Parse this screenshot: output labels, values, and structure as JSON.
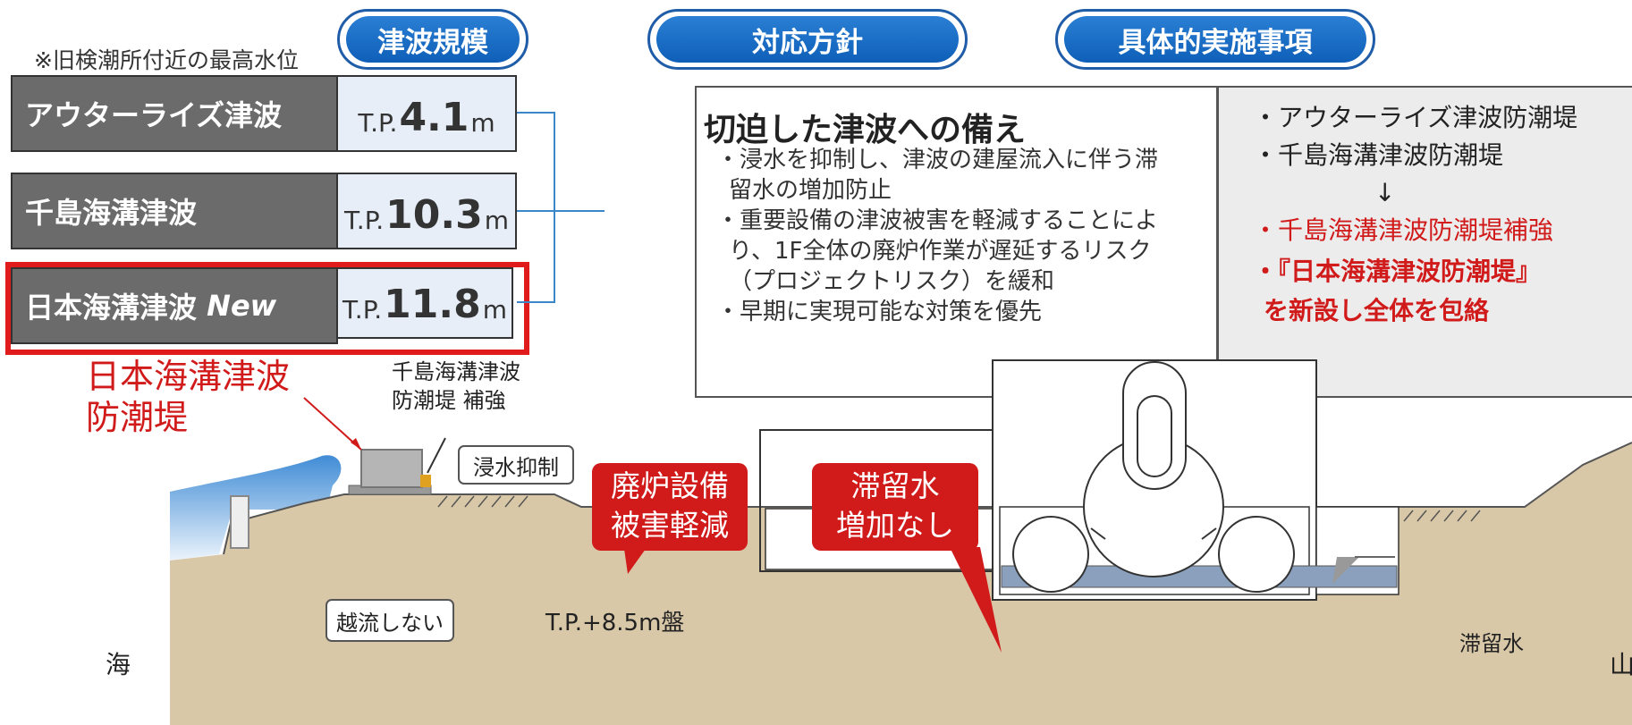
{
  "header": {
    "note": "※旧検潮所付近の最高水位",
    "scale_title": "津波規模",
    "policy_title": "対応方針",
    "impl_title": "具体的実施事項"
  },
  "tsunamis": [
    {
      "name": "アウターライズ津波",
      "tag": "",
      "prefix": "T.P.",
      "value": "4.1",
      "unit": "m"
    },
    {
      "name": "千島海溝津波",
      "tag": "",
      "prefix": "T.P.",
      "value": "10.3",
      "unit": "m"
    },
    {
      "name": "日本海溝津波",
      "tag": "New",
      "prefix": "T.P.",
      "value": "11.8",
      "unit": "m"
    }
  ],
  "policy": {
    "heading": "切迫した津波への備え",
    "items": [
      [
        "・浸水を抑制し、津波の建屋流入に伴う滞",
        "留水の増加防止"
      ],
      [
        "・重要設備の津波被害を軽減することによ",
        "り、1F全体の廃炉作業が遅延するリスク",
        "（プロジェクトリスク）を緩和"
      ],
      [
        "・早期に実現可能な対策を優先"
      ]
    ]
  },
  "implementation": {
    "items": [
      {
        "text": "・アウターライズ津波防潮堤",
        "color": "#222222",
        "bold": false
      },
      {
        "text": "・千島海溝津波防潮堤",
        "color": "#222222",
        "bold": false
      },
      {
        "text": "↓",
        "color": "#222222",
        "bold": false
      },
      {
        "text": "・千島海溝津波防潮堤補強",
        "color": "#d11b1b",
        "bold": false
      },
      {
        "text": "・『日本海溝津波防潮堤』",
        "color": "#d11b1b",
        "bold": true
      },
      {
        "text": "を新設し全体を包絡",
        "color": "#d11b1b",
        "bold": true
      }
    ]
  },
  "diagram": {
    "nihon_wall_label": [
      "日本海溝津波",
      "防潮堤"
    ],
    "chishima_label": [
      "千島海溝津波",
      "防潮堤 補強"
    ],
    "inundation_label": "浸水抑制",
    "no_overflow_label": "越流しない",
    "ground_label": "T.P.+8.5m盤",
    "callout_equipment": [
      "廃炉設備",
      "被害軽減"
    ],
    "callout_water": [
      "滞留水",
      "増加なし"
    ],
    "stagnant_label": "滞留水",
    "sea_label": "海",
    "mountain_label": "山"
  },
  "colors": {
    "accent_blue": "#1f5da8",
    "accent_red": "#d11b1b",
    "ground": "#d9c8a8",
    "water": "#8aa0bd"
  }
}
